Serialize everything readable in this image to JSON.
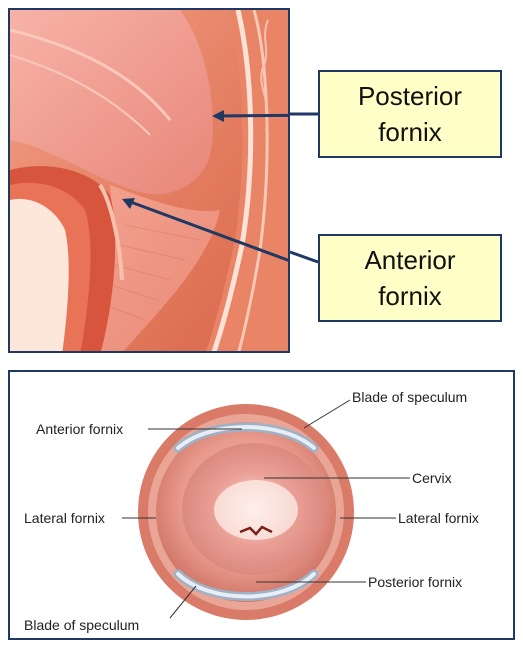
{
  "top_illustration": {
    "callouts": [
      {
        "id": "posterior",
        "lines": [
          "Posterior",
          "fornix"
        ]
      },
      {
        "id": "anterior",
        "lines": [
          "Anterior",
          "fornix"
        ]
      }
    ],
    "colors": {
      "border": "#1f3864",
      "callout_fill": "#ffffc8",
      "arrow": "#1f3864"
    }
  },
  "bottom_illustration": {
    "labels": {
      "blade_top": "Blade of speculum",
      "anterior_fornix": "Anterior fornix",
      "cervix": "Cervix",
      "lateral_fornix_left": "Lateral fornix",
      "lateral_fornix_right": "Lateral fornix",
      "posterior_fornix": "Posterior fornix",
      "blade_bottom": "Blade of speculum"
    }
  }
}
